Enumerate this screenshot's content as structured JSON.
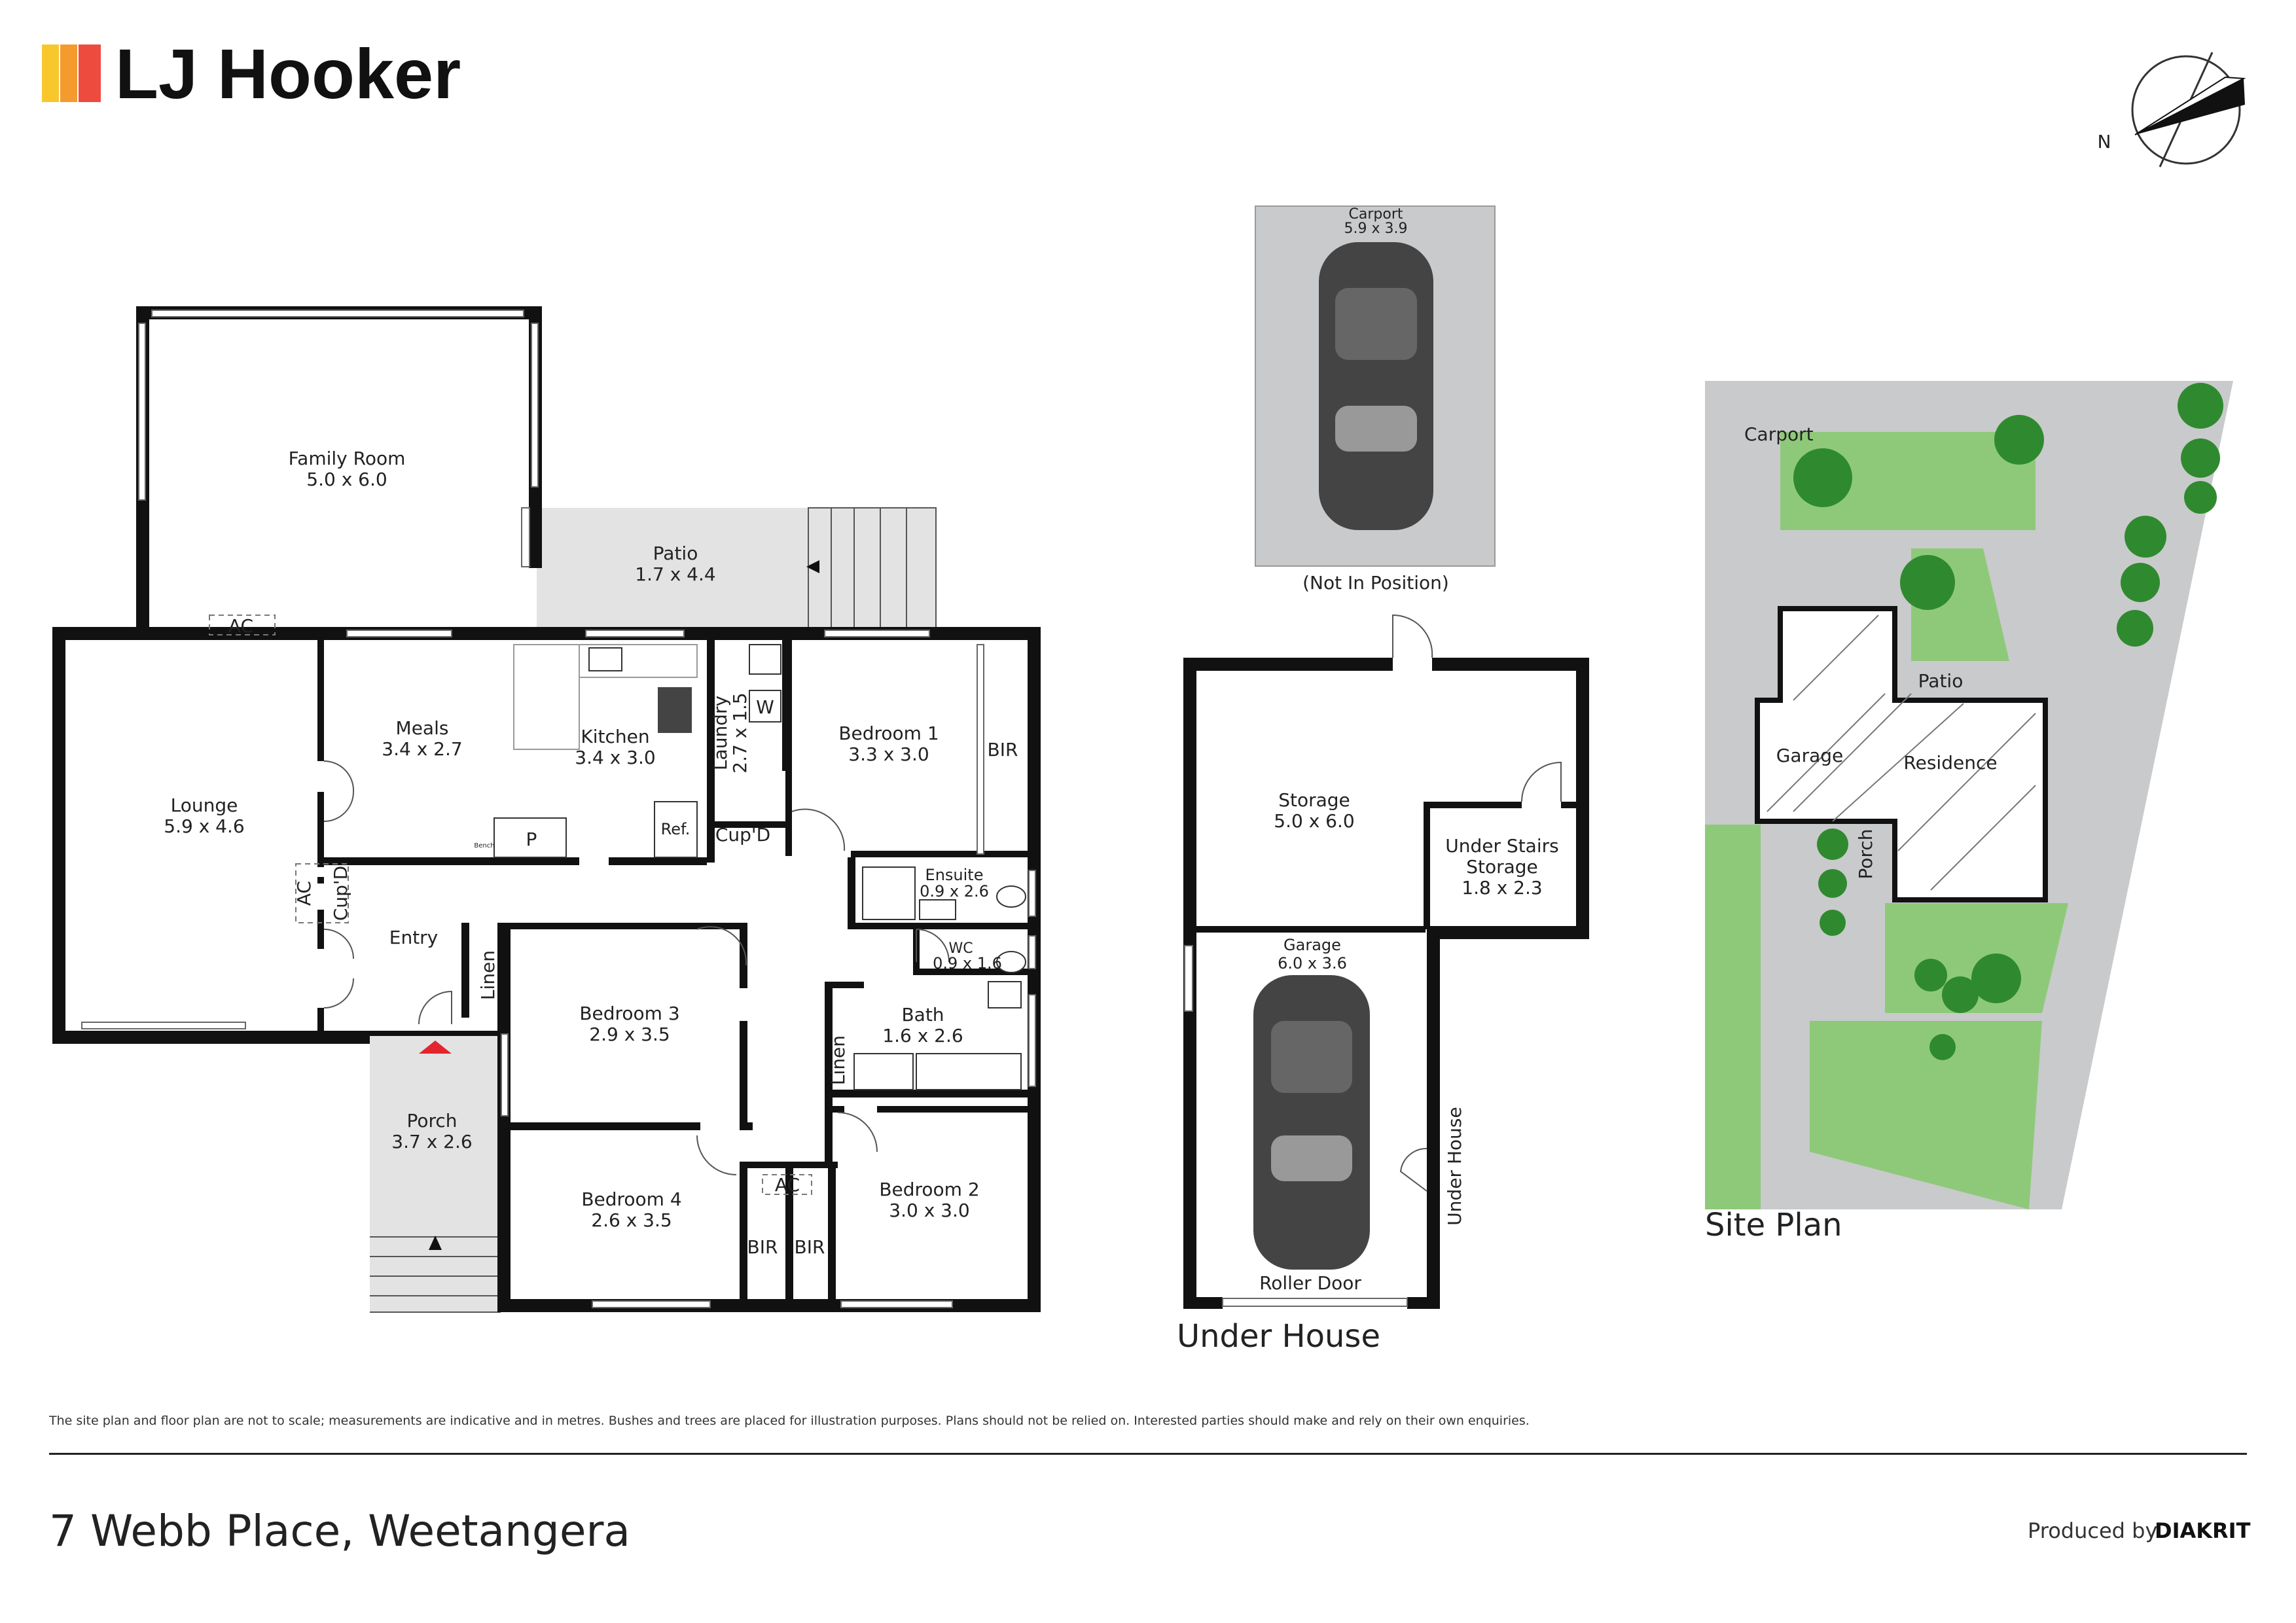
{
  "brand": {
    "name": "LJ Hooker",
    "bars": [
      "#F8C72C",
      "#F59B2E",
      "#EE4B3F"
    ]
  },
  "compass": {
    "label": "N"
  },
  "rooms": {
    "family_room": {
      "name": "Family Room",
      "size": "5.0 x 6.0"
    },
    "patio": {
      "name": "Patio",
      "size": "1.7 x 4.4"
    },
    "lounge": {
      "name": "Lounge",
      "size": "5.9 x 4.6"
    },
    "meals": {
      "name": "Meals",
      "size": "3.4 x 2.7"
    },
    "kitchen": {
      "name": "Kitchen",
      "size": "3.4 x 3.0"
    },
    "laundry": {
      "name": "Laundry",
      "size": "2.7 x 1.5"
    },
    "bedroom1": {
      "name": "Bedroom 1",
      "size": "3.3 x 3.0"
    },
    "ensuite": {
      "name": "Ensuite",
      "size": "0.9 x 2.6"
    },
    "wc": {
      "name": "WC",
      "size": "0.9 x 1.6"
    },
    "bath": {
      "name": "Bath",
      "size": "1.6 x 2.6"
    },
    "entry": {
      "name": "Entry"
    },
    "bedroom3": {
      "name": "Bedroom 3",
      "size": "2.9 x 3.5"
    },
    "bedroom4": {
      "name": "Bedroom 4",
      "size": "2.6 x 3.5"
    },
    "bedroom2": {
      "name": "Bedroom 2",
      "size": "3.0 x 3.0"
    },
    "porch": {
      "name": "Porch",
      "size": "3.7 x 2.6"
    }
  },
  "fixtures": {
    "ac": "AC",
    "bir": "BIR",
    "cupd": "Cup'D",
    "linen": "Linen",
    "pantry": "P",
    "ref": "Ref.",
    "washer": "W",
    "bench": "Bench"
  },
  "under_house": {
    "title": "Under House",
    "carport": {
      "name": "Carport",
      "size": "5.9 x 3.9",
      "note": "(Not In Position)"
    },
    "storage": {
      "name": "Storage",
      "size": "5.0 x 6.0"
    },
    "under_stairs": {
      "line1": "Under Stairs",
      "line2": "Storage",
      "size": "1.8 x 2.3"
    },
    "garage": {
      "name": "Garage",
      "size": "6.0 x 3.6"
    },
    "roller_door": "Roller Door",
    "under_house_label": "Under House"
  },
  "site_plan": {
    "title": "Site Plan",
    "carport": "Carport",
    "patio": "Patio",
    "garage": "Garage",
    "residence": "Residence",
    "porch": "Porch"
  },
  "disclaimer": "The site plan and floor plan are not to scale; measurements are indicative and in metres. Bushes and trees are placed for illustration purposes. Plans should not be relied on. Interested parties should make and rely on their own enquiries.",
  "address": "7 Webb Place, Weetangera",
  "credit": {
    "prefix": "Produced by",
    "brand": "DIAKRIT"
  },
  "colors": {
    "wall": "#111111",
    "grass": "#8EC97A",
    "paving": "#C9CACB",
    "tree": "#2F8A2F",
    "marker": "#E3262E"
  }
}
